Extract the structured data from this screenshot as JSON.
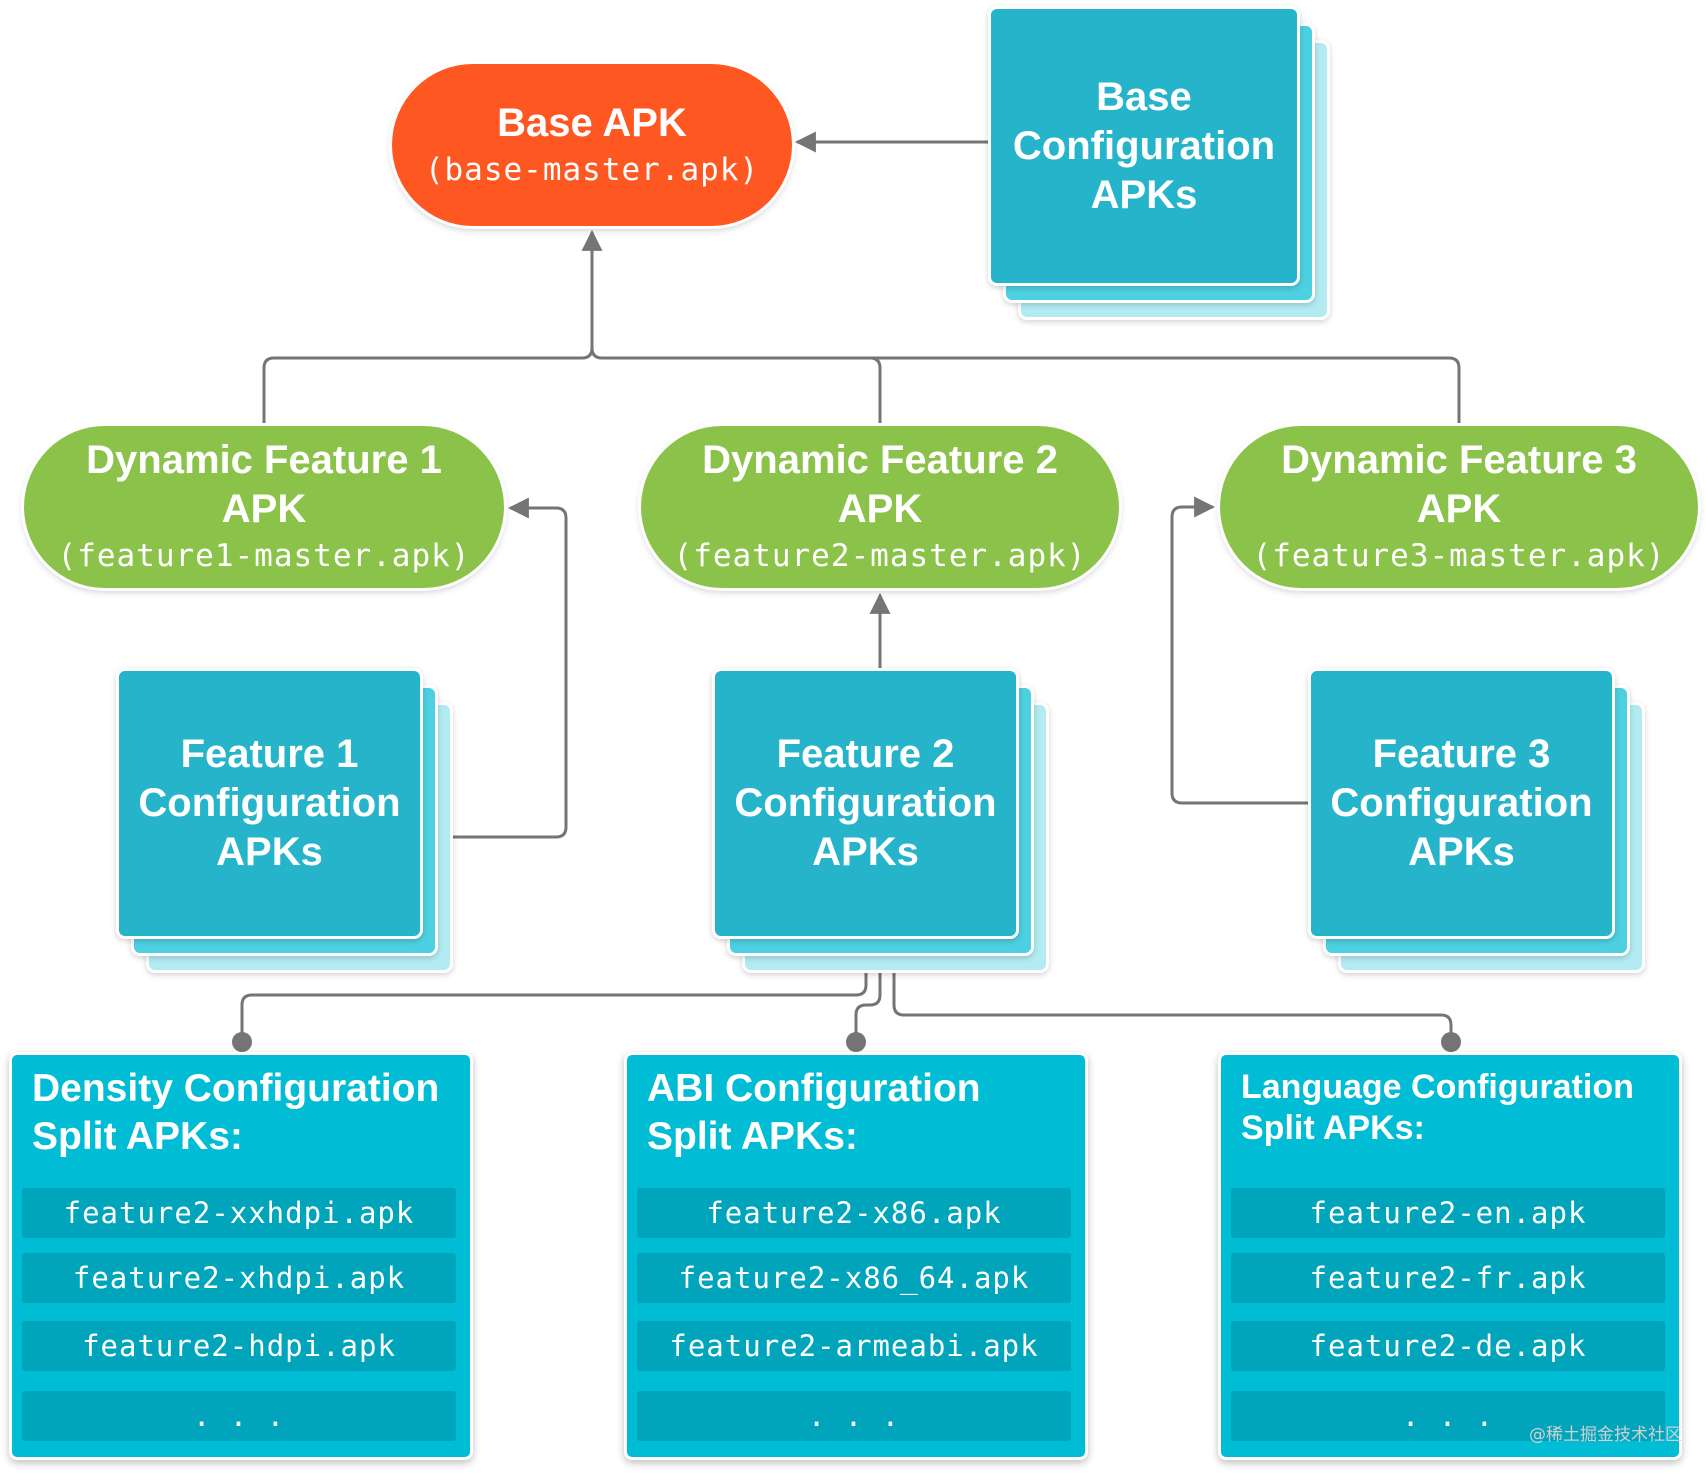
{
  "base_apk": {
    "title": "Base APK",
    "file": "(base-master.apk)"
  },
  "base_config": {
    "label": "Base\nConfiguration\nAPKs"
  },
  "features": [
    {
      "title": "Dynamic Feature 1",
      "subtitle": "APK",
      "file": "(feature1-master.apk)"
    },
    {
      "title": "Dynamic Feature 2",
      "subtitle": "APK",
      "file": "(feature2-master.apk)"
    },
    {
      "title": "Dynamic Feature 3",
      "subtitle": "APK",
      "file": "(feature3-master.apk)"
    }
  ],
  "feature_configs": [
    {
      "label": "Feature 1\nConfiguration\nAPKs"
    },
    {
      "label": "Feature 2\nConfiguration\nAPKs"
    },
    {
      "label": "Feature 3\nConfiguration\nAPKs"
    }
  ],
  "split_panels": [
    {
      "title": "Density Configuration\nSplit APKs:",
      "items": [
        "feature2-xxhdpi.apk",
        "feature2-xhdpi.apk",
        "feature2-hdpi.apk",
        ". . ."
      ]
    },
    {
      "title": "ABI Configuration\nSplit APKs:",
      "items": [
        "feature2-x86.apk",
        "feature2-x86_64.apk",
        "feature2-armeabi.apk",
        ". . ."
      ]
    },
    {
      "title": "Language Configuration\nSplit APKs:",
      "items": [
        "feature2-en.apk",
        "feature2-fr.apk",
        "feature2-de.apk",
        ". . ."
      ]
    }
  ],
  "watermark": "@稀土掘金技术社区",
  "colors": {
    "base_apk": "#ff5722",
    "feature_apk": "#8bc34a",
    "config_apk": "#26b4ca",
    "split_panel": "#00bcd4",
    "split_row": "#00a5bc",
    "connector": "#757575"
  }
}
